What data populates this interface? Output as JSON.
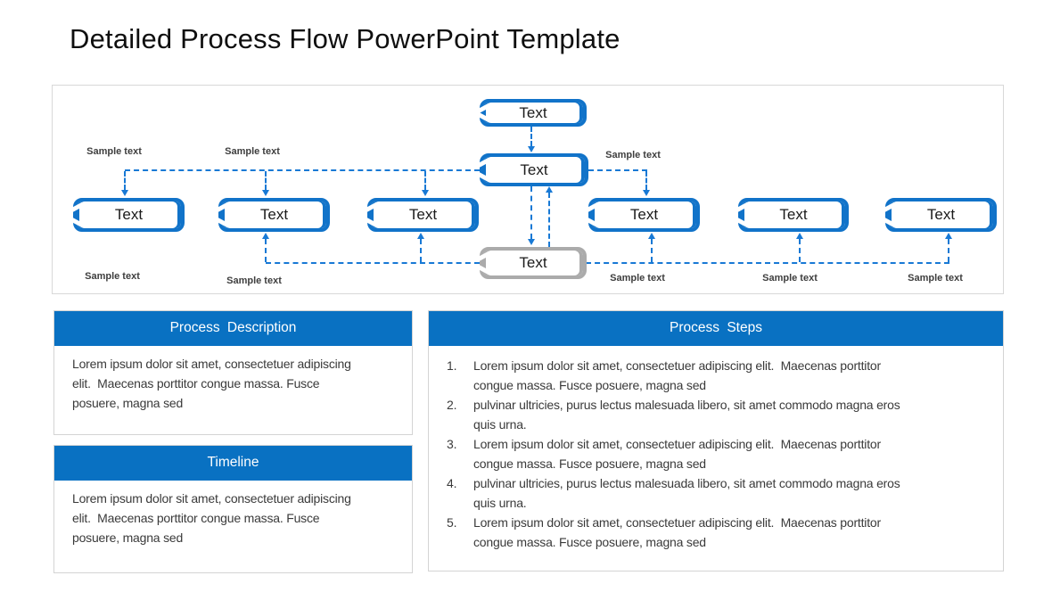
{
  "title": "Detailed Process Flow PowerPoint Template",
  "diagram": {
    "box_label": "Text",
    "sample_label": "Sample text",
    "colors": {
      "box_blue": "#1173C9",
      "box_gray": "#ABABAB",
      "arrow_blue": "#1879D5",
      "header_blue": "#0971C2"
    }
  },
  "panels": {
    "description": {
      "title": "Process Description",
      "lines": [
        "Lorem ipsum dolor sit amet, consectetuer adipiscing",
        "elit.  Maecenas porttitor congue massa. Fusce",
        "posuere, magna sed"
      ]
    },
    "timeline": {
      "title": "Timeline",
      "lines": [
        "Lorem ipsum dolor sit amet, consectetuer adipiscing",
        "elit.  Maecenas porttitor congue massa. Fusce",
        "posuere, magna sed"
      ]
    },
    "steps": {
      "title": "Process Steps",
      "items": [
        {
          "num": "1.",
          "lines": [
            "Lorem ipsum dolor sit amet, consectetuer adipiscing elit.  Maecenas porttitor",
            "congue massa. Fusce posuere, magna sed"
          ]
        },
        {
          "num": "2.",
          "lines": [
            "pulvinar ultricies, purus lectus malesuada libero, sit amet commodo magna eros",
            "quis urna."
          ]
        },
        {
          "num": "3.",
          "lines": [
            "Lorem ipsum dolor sit amet, consectetuer adipiscing elit.  Maecenas porttitor",
            "congue massa. Fusce posuere, magna sed"
          ]
        },
        {
          "num": "4.",
          "lines": [
            "pulvinar ultricies, purus lectus malesuada libero, sit amet commodo magna eros",
            "quis urna."
          ]
        },
        {
          "num": "5.",
          "lines": [
            "Lorem ipsum dolor sit amet, consectetuer adipiscing elit.  Maecenas porttitor",
            "congue massa. Fusce posuere, magna sed"
          ]
        }
      ]
    }
  }
}
